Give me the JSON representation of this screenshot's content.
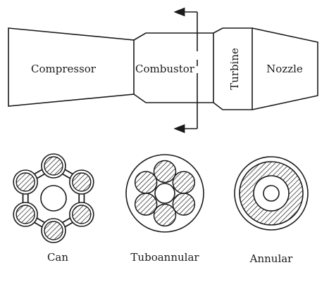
{
  "engine": {
    "sections": {
      "compressor": "Compressor",
      "combustor": "Combustor",
      "turbine": "Turbine",
      "nozzle": "Nozzle"
    }
  },
  "cross_sections": {
    "can": "Can",
    "tuboannular": "Tuboannular",
    "annular": "Annular"
  },
  "colors": {
    "ink": "#1a1a1a",
    "background": "#ffffff"
  }
}
